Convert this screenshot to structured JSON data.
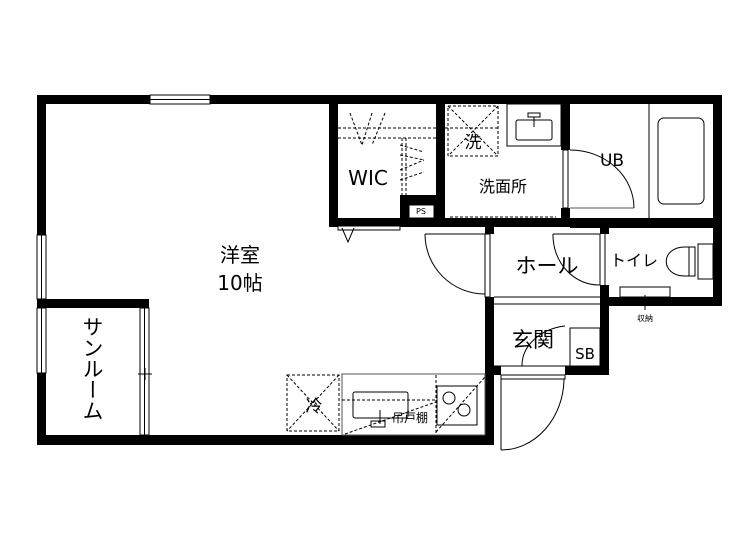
{
  "floorplan": {
    "rooms": {
      "western_room": {
        "name": "洋室",
        "size": "10帖"
      },
      "sunroom": {
        "name": "サンルーム"
      },
      "wic": {
        "name": "WIC"
      },
      "ps": {
        "name": "PS"
      },
      "washroom": {
        "name": "洗面所"
      },
      "washer": {
        "name": "洗"
      },
      "unit_bath": {
        "name": "UB"
      },
      "hall": {
        "name": "ホール"
      },
      "toilet": {
        "name": "トイレ"
      },
      "storage": {
        "name": "収納"
      },
      "entrance": {
        "name": "玄関"
      },
      "shoe_box": {
        "name": "SB"
      },
      "fridge": {
        "name": "冷"
      },
      "hanging_shelf": {
        "name": "吊戸棚"
      }
    },
    "colors": {
      "wall": "#000000",
      "line": "#555555",
      "background": "#ffffff"
    }
  }
}
